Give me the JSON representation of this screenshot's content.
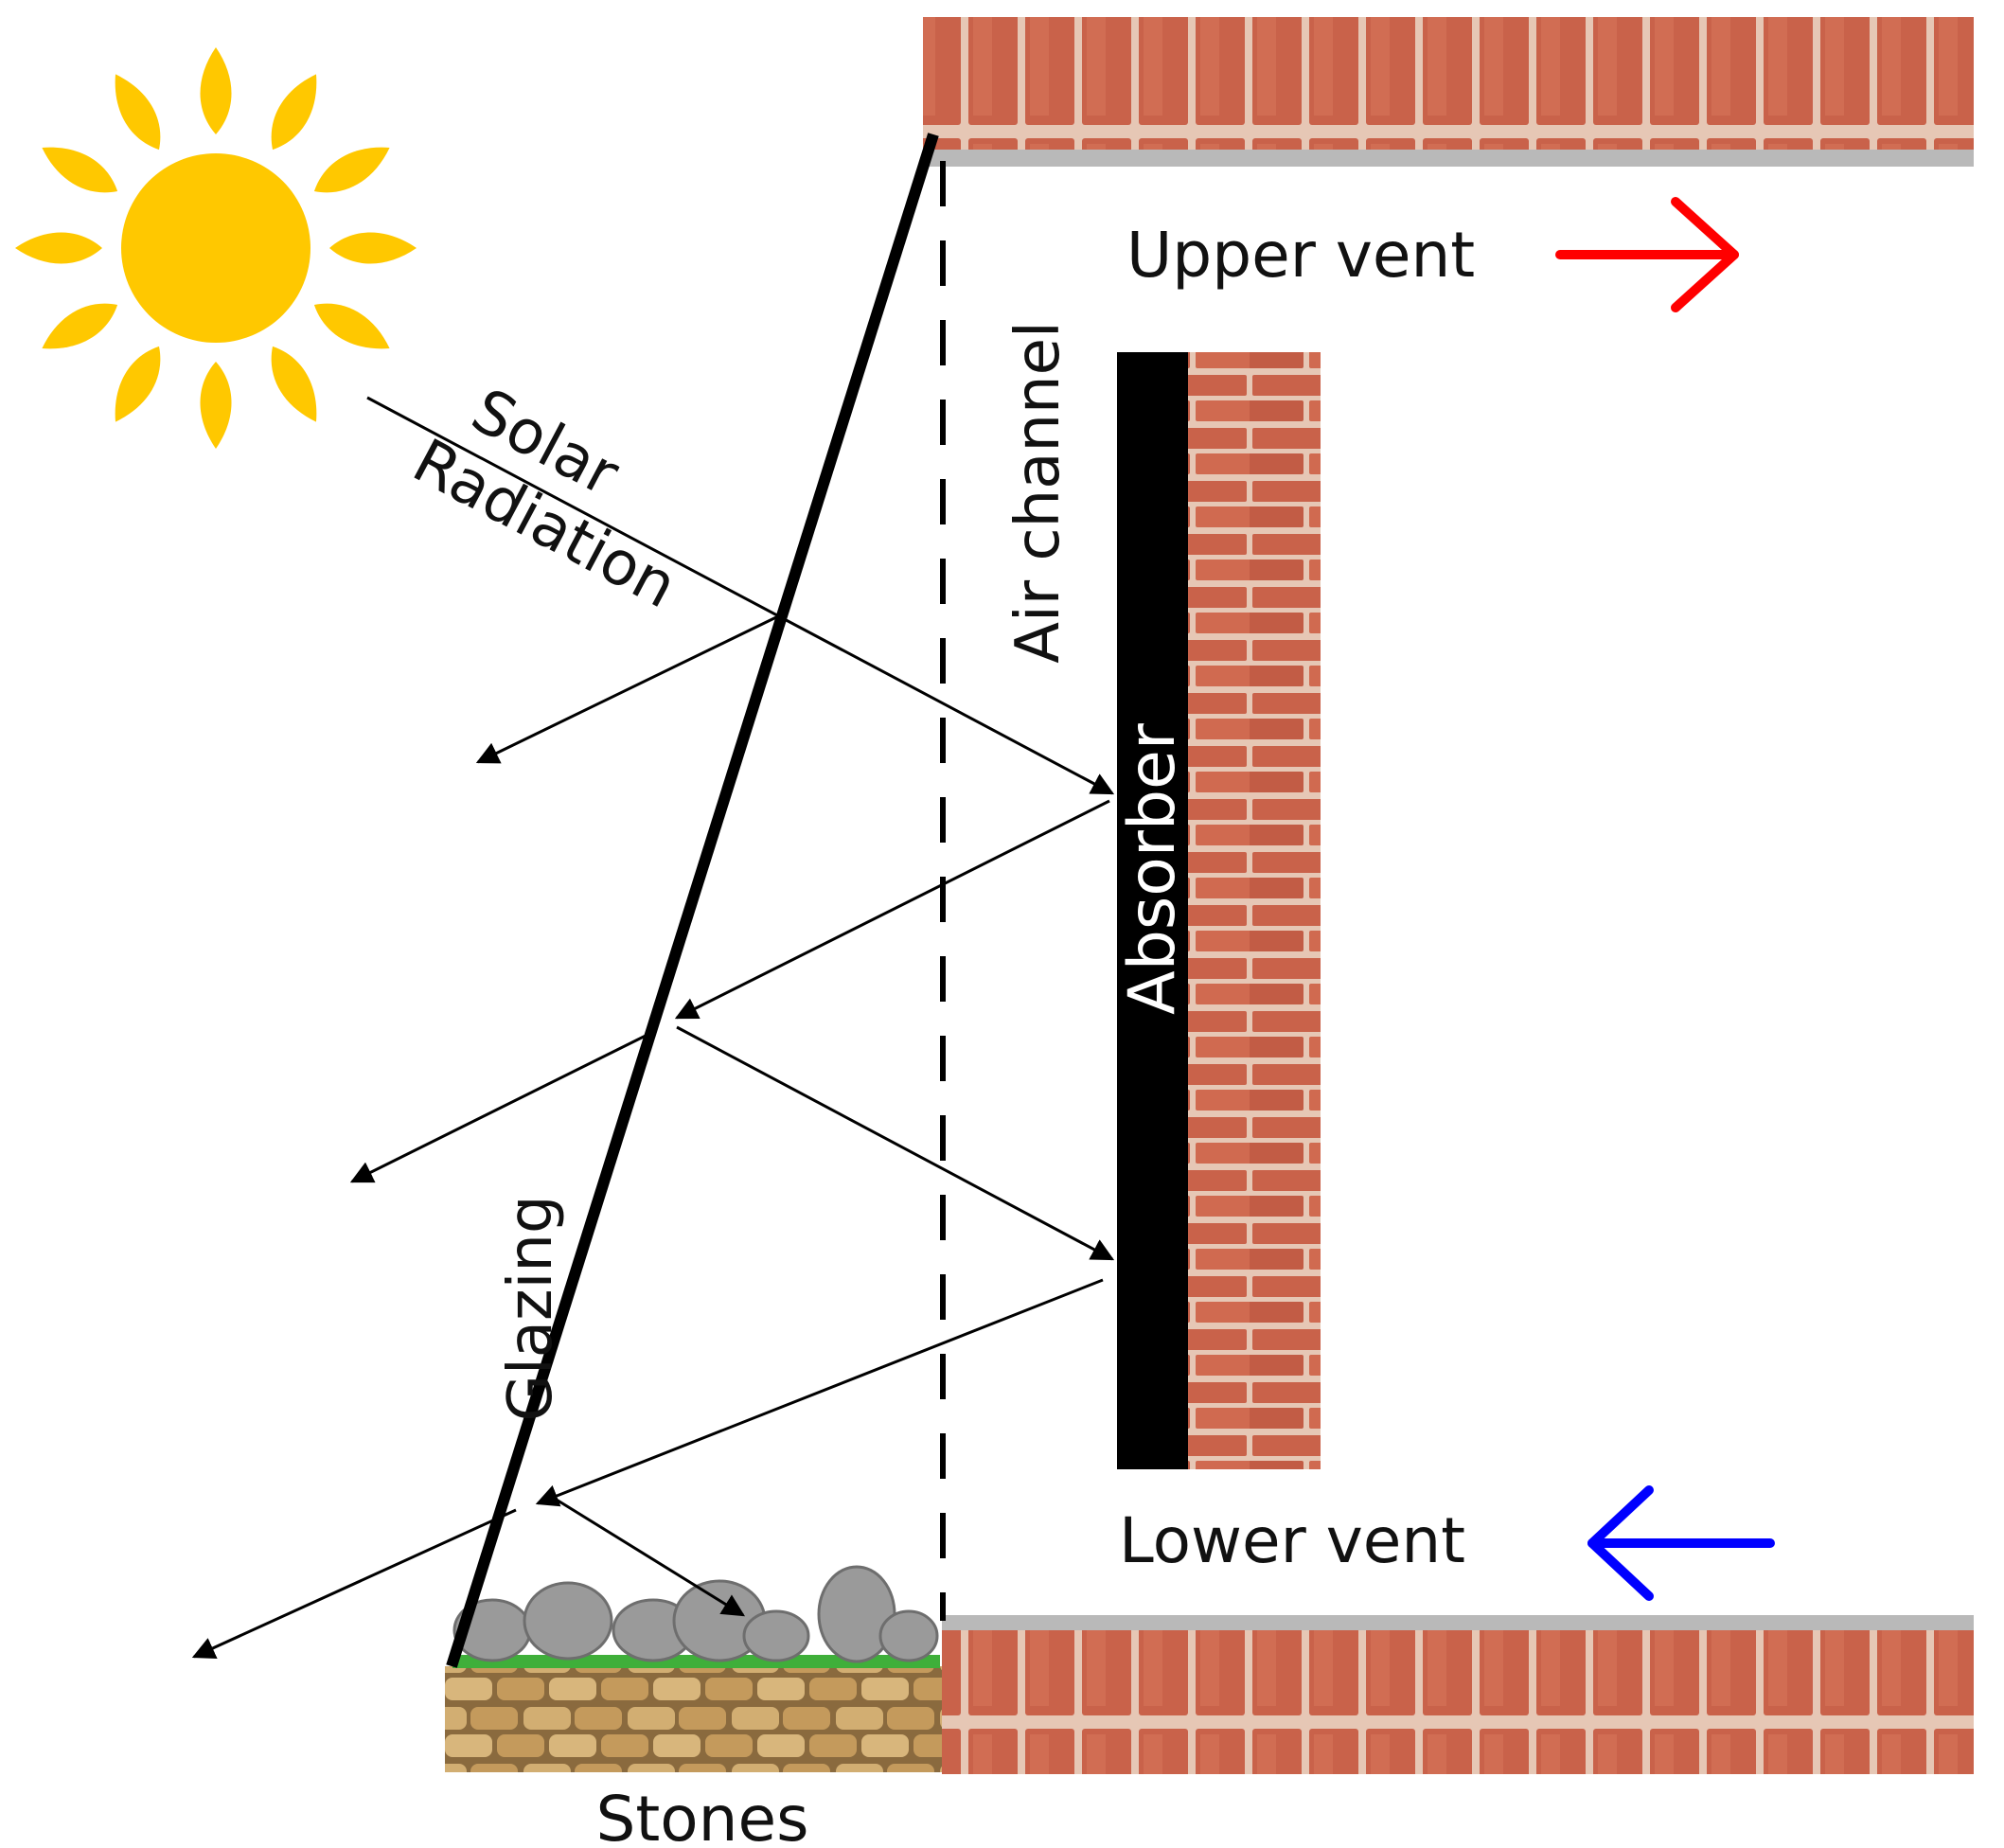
{
  "labels": {
    "solar_line1": "Solar",
    "solar_line2": "Radiation",
    "air_channel": "Air channel",
    "absorber": "Absorber",
    "glazing": "Glazing",
    "upper_vent": "Upper vent",
    "lower_vent": "Lower vent",
    "stones": "Stones"
  },
  "colors": {
    "sun": "#FFC800",
    "brick": "#C9624A",
    "mortar": "#E8C9B8",
    "absorber": "#000000",
    "upper_vent_arrow": "#FF0000",
    "lower_vent_arrow": "#0000FF",
    "stone_wall": "#C9A66B",
    "rocks": "#9A9A9A",
    "grass": "#3FAF3A"
  },
  "icons": {
    "sun": "sun-icon",
    "upper_vent_arrow": "arrow-right-icon",
    "lower_vent_arrow": "arrow-left-icon"
  }
}
